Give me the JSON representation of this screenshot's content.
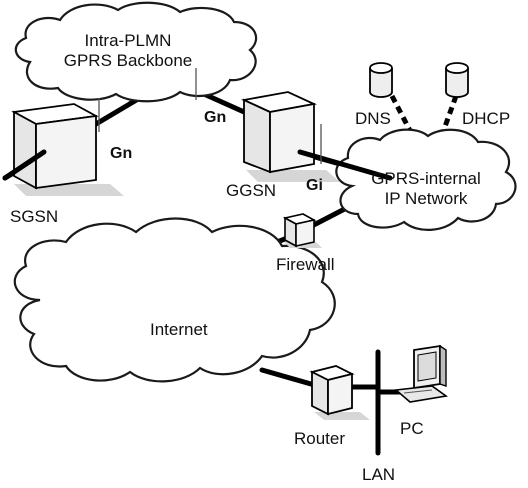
{
  "clouds": {
    "backbone": [
      "Intra-PLMN",
      "GPRS Backbone"
    ],
    "internal": [
      "GPRS-internal",
      "IP Network"
    ],
    "internet": "Internet"
  },
  "nodes": {
    "sgsn": "SGSN",
    "ggsn": "GGSN",
    "dns": "DNS",
    "dhcp": "DHCP",
    "firewall": "Firewall",
    "router": "Router",
    "pc": "PC",
    "lan": "LAN"
  },
  "interfaces": {
    "gn_left": "Gn",
    "gn_right": "Gn",
    "gi": "Gi"
  },
  "colors": {
    "line": "#000000",
    "device_face": "#f2f2f2",
    "device_shade": "#c9c9c9",
    "shadow": "#d6d6d6"
  }
}
